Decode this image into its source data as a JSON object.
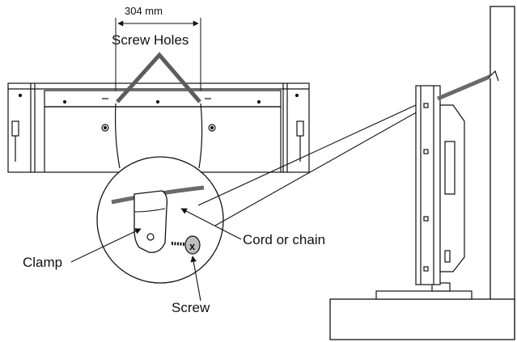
{
  "labels": {
    "dimension": "304 mm",
    "screw_holes": "Screw Holes",
    "cord_or_chain": "Cord or chain",
    "clamp": "Clamp",
    "screw": "Screw"
  },
  "colors": {
    "line": "#111111",
    "cord": "#6a6a6a",
    "wall_fill": "#ffffff"
  }
}
